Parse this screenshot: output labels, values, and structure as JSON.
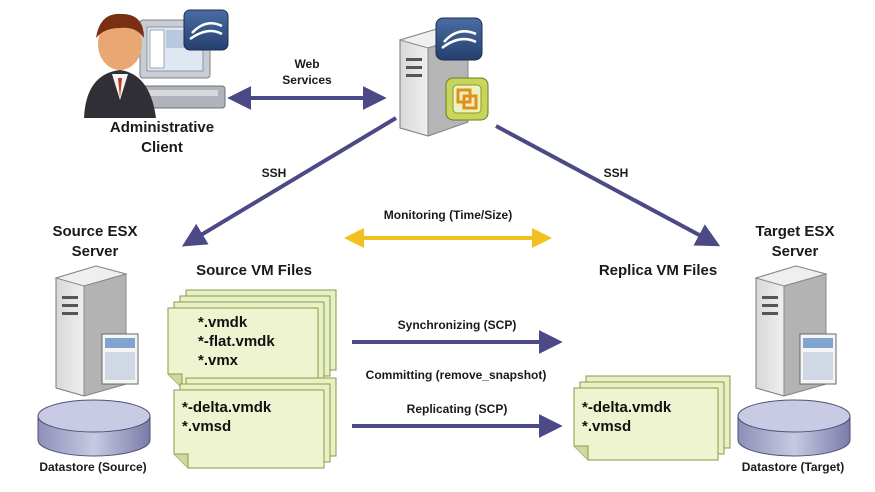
{
  "labels": {
    "web_services_line1": "Web",
    "web_services_line2": "Services",
    "admin_client_line1": "Administrative",
    "admin_client_line2": "Client",
    "ssh_left": "SSH",
    "ssh_right": "SSH",
    "monitoring": "Monitoring (Time/Size)",
    "source_esx_line1": "Source ESX",
    "source_esx_line2": "Server",
    "target_esx_line1": "Target ESX",
    "target_esx_line2": "Server",
    "source_vm_files": "Source VM Files",
    "replica_vm_files": "Replica VM Files",
    "synchronizing": "Synchronizing (SCP)",
    "committing": "Committing (remove_snapshot)",
    "replicating": "Replicating (SCP)",
    "datastore_source": "Datastore (Source)",
    "datastore_target": "Datastore (Target)"
  },
  "files": {
    "source_main": [
      "*.vmdk",
      "*-flat.vmdk",
      "*.vmx"
    ],
    "source_delta": [
      "*-delta.vmdk",
      "*.vmsd"
    ],
    "replica_delta": [
      "*-delta.vmdk",
      "*.vmsd"
    ]
  },
  "colors": {
    "arrow": "#4b4a86",
    "monitor_arrow": "#f2c020",
    "file_fill": "#e8f0c6",
    "file_stroke": "#8a9a48"
  }
}
